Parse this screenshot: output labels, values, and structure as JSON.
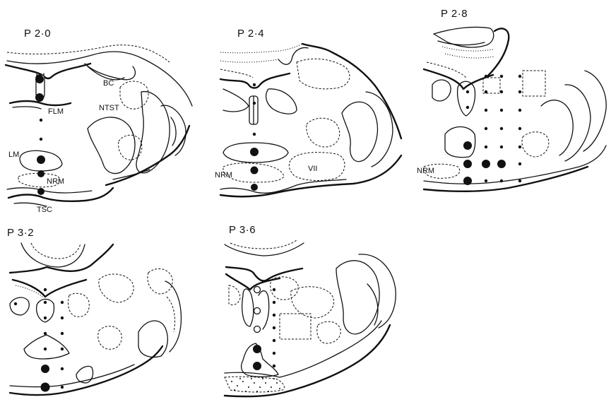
{
  "figure": {
    "panels": [
      {
        "title": "P 2·0",
        "labels": [
          "BC",
          "FLM",
          "NTST",
          "LM",
          "NRM",
          "TSC"
        ]
      },
      {
        "title": "P 2·4",
        "labels": [
          "NRM",
          "VII"
        ]
      },
      {
        "title": "P 2·8",
        "labels": [
          "NRM"
        ]
      },
      {
        "title": "P 3·2",
        "labels": []
      },
      {
        "title": "P 3·6",
        "labels": []
      }
    ]
  }
}
